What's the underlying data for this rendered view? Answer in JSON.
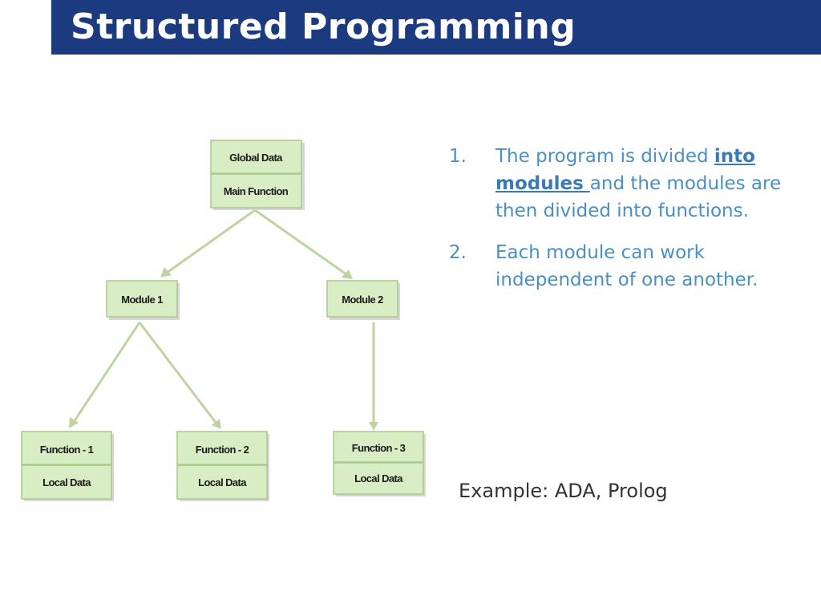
{
  "slide": {
    "title": "Structured Programming",
    "accent_color": "#1c3a80"
  },
  "diagram": {
    "root": {
      "top_label": "Global Data",
      "bottom_label": "Main Function"
    },
    "module1": {
      "label": "Module 1"
    },
    "module2": {
      "label": "Module 2"
    },
    "function1": {
      "top_label": "Function - 1",
      "bottom_label": "Local Data"
    },
    "function2": {
      "top_label": "Function - 2",
      "bottom_label": "Local Data"
    },
    "function3": {
      "top_label": "Function - 3",
      "bottom_label": "Local Data"
    },
    "box_color": "#d9edc4",
    "connector_color": "#bfd3a0"
  },
  "points": [
    {
      "number": "1.",
      "text_before": "The program is divided ",
      "link_text": "into modules ",
      "text_after": "and the modules are then divided into functions."
    },
    {
      "number": "2.",
      "text": "Each module can work independent of one another."
    }
  ],
  "example": {
    "text": "Example: ADA, Prolog"
  }
}
